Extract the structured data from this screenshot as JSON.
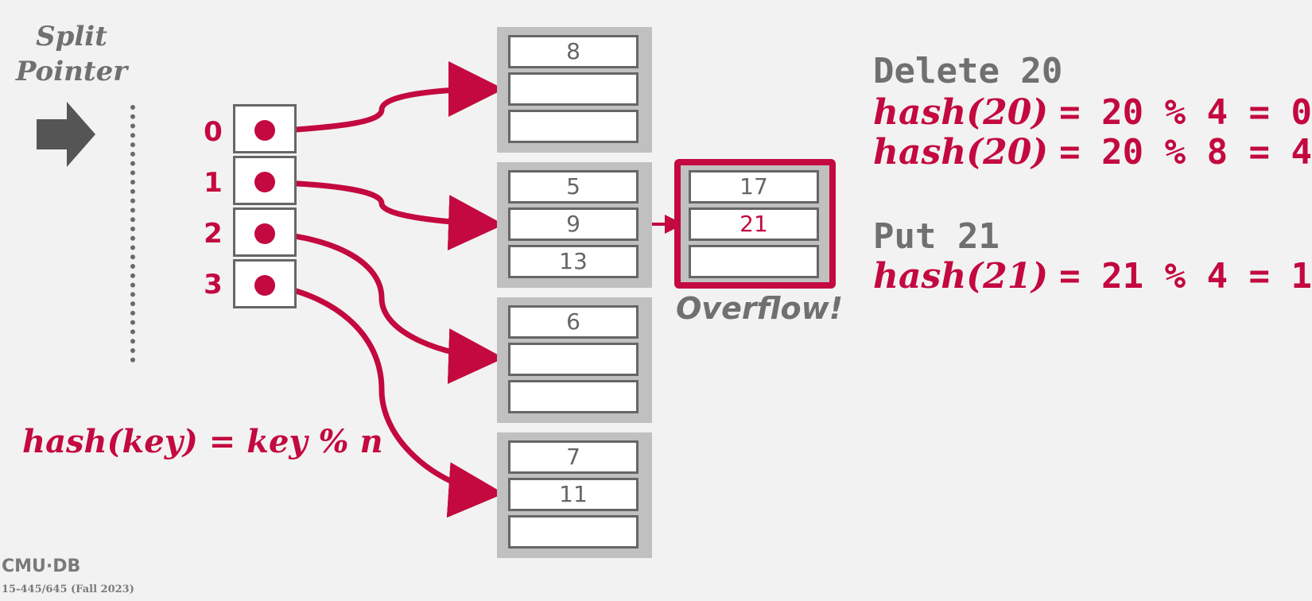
{
  "split_pointer": {
    "line1": "Split",
    "line2": "Pointer"
  },
  "directory": {
    "indices": [
      "0",
      "1",
      "2",
      "3"
    ]
  },
  "buckets": [
    {
      "slots": [
        "8",
        "",
        ""
      ]
    },
    {
      "slots": [
        "5",
        "9",
        "13"
      ]
    },
    {
      "slots": [
        "6",
        "",
        ""
      ]
    },
    {
      "slots": [
        "7",
        "11",
        ""
      ]
    }
  ],
  "overflow_bucket": {
    "slots": [
      "17",
      "21",
      ""
    ],
    "highlight_index": 1
  },
  "overflow_label": "Overflow!",
  "operations": {
    "delete": {
      "title": "Delete 20",
      "eq1_fn": "hash(20)",
      "eq1_rhs": "= 20 % 4 = 0",
      "eq2_fn": "hash(20)",
      "eq2_rhs": "= 20 % 8 = 4"
    },
    "put": {
      "title": "Put 21",
      "eq1_fn": "hash(21)",
      "eq1_rhs": "= 21 % 4 = 1"
    }
  },
  "hash_formula": "hash(key) = key % n",
  "footer": {
    "logo": "CMU·DB",
    "course": "15-445/645 (Fall 2023)"
  },
  "colors": {
    "accent": "#c3093f",
    "gray_text": "#707070",
    "bucket_bg": "#c0c0c0"
  }
}
